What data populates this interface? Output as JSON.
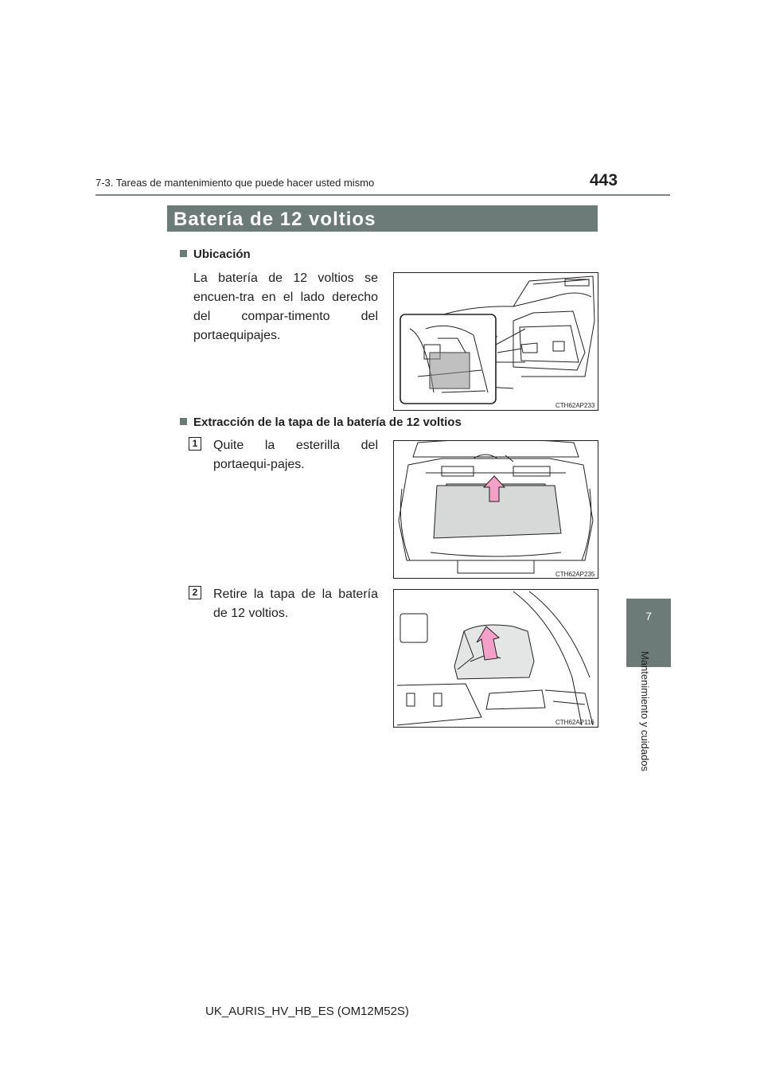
{
  "header": {
    "section_title": "7-3. Tareas de mantenimiento que puede hacer usted mismo",
    "page_number": "443"
  },
  "side_tab": {
    "chapter_number": "7",
    "chapter_label": "Mantenimiento y cuidados"
  },
  "title": "Batería de 12 voltios",
  "sections": [
    {
      "heading": "Ubicación",
      "text": "La batería de 12 voltios se encuen-tra en el lado derecho del compar-timento del portaequipajes.",
      "figure_code": "CTH62AP233"
    },
    {
      "heading": "Extracción de la tapa de la batería de 12 voltios",
      "steps": [
        {
          "number": "1",
          "text": "Quite la esterilla del portaequi-pajes.",
          "figure_code": "CTH62AP235"
        },
        {
          "number": "2",
          "text": "Retire la tapa de la batería de 12 voltios.",
          "figure_code": "CTH62AP116"
        }
      ]
    }
  ],
  "footer": "UK_AURIS_HV_HB_ES (OM12M52S)",
  "colors": {
    "accent": "#6c7a78",
    "arrow": "#f4a0c8"
  }
}
